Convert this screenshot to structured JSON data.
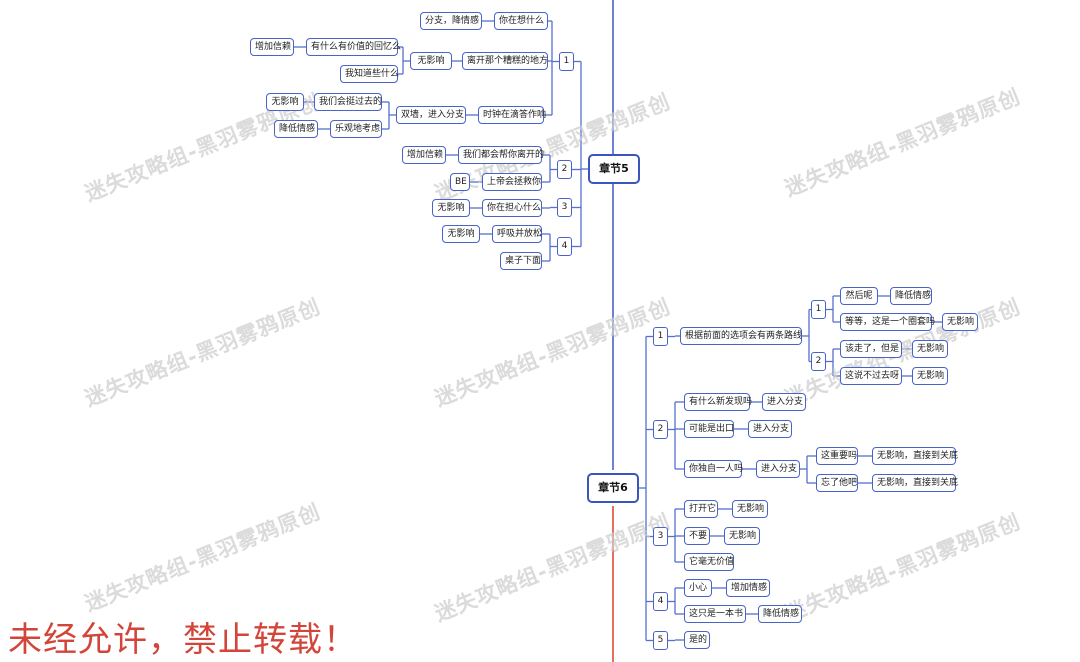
{
  "chapters": [
    {
      "title": "章节5",
      "branches": [
        {
          "label": "1",
          "items": [
            {
              "text": "你在想什么",
              "children": [
                {
                  "text": "分支，降情感"
                }
              ]
            },
            {
              "text": "离开那个糟糕的地方",
              "children": [
                {
                  "text": "无影响",
                  "children": [
                    {
                      "text": "有什么有价值的回忆么",
                      "children": [
                        {
                          "text": "增加信赖"
                        }
                      ]
                    },
                    {
                      "text": "我知道些什么"
                    }
                  ]
                }
              ]
            },
            {
              "text": "时钟在滴答作响",
              "children": [
                {
                  "text": "双墙，进入分支",
                  "children": [
                    {
                      "text": "我们会挺过去的",
                      "children": [
                        {
                          "text": "无影响"
                        }
                      ]
                    },
                    {
                      "text": "乐观地考虑",
                      "children": [
                        {
                          "text": "降低情感"
                        }
                      ]
                    }
                  ]
                }
              ]
            }
          ]
        },
        {
          "label": "2",
          "items": [
            {
              "text": "我们都会帮你离开的",
              "children": [
                {
                  "text": "增加信赖"
                }
              ]
            },
            {
              "text": "上帝会拯救你",
              "children": [
                {
                  "text": "BE"
                }
              ]
            }
          ]
        },
        {
          "label": "3",
          "items": [
            {
              "text": "你在担心什么",
              "children": [
                {
                  "text": "无影响"
                }
              ]
            }
          ]
        },
        {
          "label": "4",
          "items": [
            {
              "text": "呼吸并放松",
              "children": [
                {
                  "text": "无影响"
                }
              ]
            },
            {
              "text": "桌子下面"
            }
          ]
        }
      ]
    },
    {
      "title": "章节6",
      "branches": [
        {
          "label": "1",
          "items": [
            {
              "text": "根据前面的选项会有两条路线",
              "children": [
                {
                  "text": "1",
                  "children": [
                    {
                      "text": "然后呢",
                      "children": [
                        {
                          "text": "降低情感"
                        }
                      ]
                    },
                    {
                      "text": "等等，这是一个圈套吗",
                      "children": [
                        {
                          "text": "无影响"
                        }
                      ]
                    }
                  ]
                },
                {
                  "text": "2",
                  "children": [
                    {
                      "text": "该走了，但是",
                      "children": [
                        {
                          "text": "无影响"
                        }
                      ]
                    },
                    {
                      "text": "这说不过去呀",
                      "children": [
                        {
                          "text": "无影响"
                        }
                      ]
                    }
                  ]
                }
              ]
            }
          ]
        },
        {
          "label": "2",
          "items": [
            {
              "text": "有什么新发现吗",
              "children": [
                {
                  "text": "进入分支"
                }
              ]
            },
            {
              "text": "可能是出口",
              "children": [
                {
                  "text": "进入分支"
                }
              ]
            },
            {
              "text": "你独自一人吗",
              "children": [
                {
                  "text": "进入分支",
                  "children": [
                    {
                      "text": "这重要吗",
                      "children": [
                        {
                          "text": "无影响，直接到关底"
                        }
                      ]
                    },
                    {
                      "text": "忘了他吧",
                      "children": [
                        {
                          "text": "无影响，直接到关底"
                        }
                      ]
                    }
                  ]
                }
              ]
            }
          ]
        },
        {
          "label": "3",
          "items": [
            {
              "text": "打开它",
              "children": [
                {
                  "text": "无影响"
                }
              ]
            },
            {
              "text": "不要",
              "children": [
                {
                  "text": "无影响"
                }
              ]
            },
            {
              "text": "它毫无价值"
            }
          ]
        },
        {
          "label": "4",
          "items": [
            {
              "text": "小心",
              "children": [
                {
                  "text": "增加情感"
                }
              ]
            },
            {
              "text": "这只是一本书",
              "children": [
                {
                  "text": "降低情感"
                }
              ]
            }
          ]
        },
        {
          "label": "5",
          "items": [
            {
              "text": "是的"
            }
          ]
        }
      ]
    }
  ],
  "watermark": "迷失攻略组-黑羽雾鸦原创",
  "notice": "未经允许，禁止转载！",
  "colors": {
    "node_border": "#4a63c8",
    "connector": "#5570d0",
    "spine_top": "#4a63c8",
    "spine_bottom": "#e0493c",
    "watermark": "#cfcfcf",
    "notice": "#d2453a"
  }
}
